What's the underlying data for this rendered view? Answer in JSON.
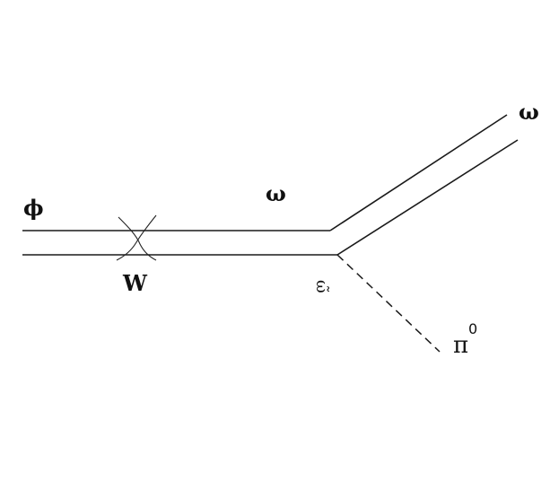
{
  "labels": {
    "phi": "ϕ",
    "omega_mid": "ω",
    "omega_out": "ω",
    "w": "W",
    "vertex": "ω̃",
    "pion": "π",
    "pion_charge": "0"
  }
}
